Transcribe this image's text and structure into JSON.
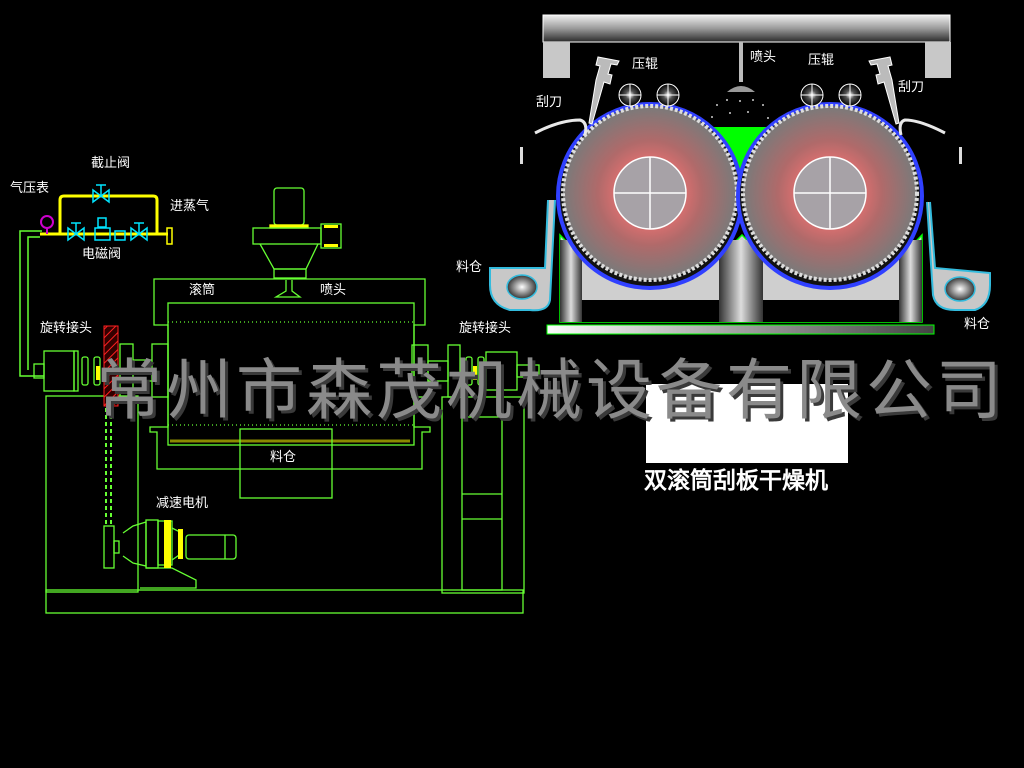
{
  "title": "双滚筒刮板干燥机",
  "watermark": "常州市森茂机械设备有限公司",
  "colors": {
    "background": "#000000",
    "outline": "#66ff33",
    "steam_pipe": "#ffff00",
    "valve": "#00e5ff",
    "gauge": "#cc00cc",
    "gear": "#ff2020",
    "drum_fill": "#b06a6a",
    "hopper_fill": "#00ff00",
    "bin_outline": "#33bbdd"
  },
  "schematic": {
    "labels": {
      "stop_valve": "截止阀",
      "pressure_gauge": "气压表",
      "steam_inlet": "进蒸气",
      "solenoid_valve": "电磁阀",
      "drum": "滚筒",
      "nozzle": "喷头",
      "rotary_joint_left": "旋转接头",
      "rotary_joint_right": "旋转接头",
      "hopper": "料仓",
      "gear_motor": "减速电机"
    }
  },
  "section": {
    "labels": {
      "nozzle": "喷头",
      "press_roll_left": "压辊",
      "press_roll_right": "压辊",
      "scraper_left": "刮刀",
      "scraper_right": "刮刀",
      "hopper_left": "料仓",
      "hopper_right": "料仓"
    }
  }
}
